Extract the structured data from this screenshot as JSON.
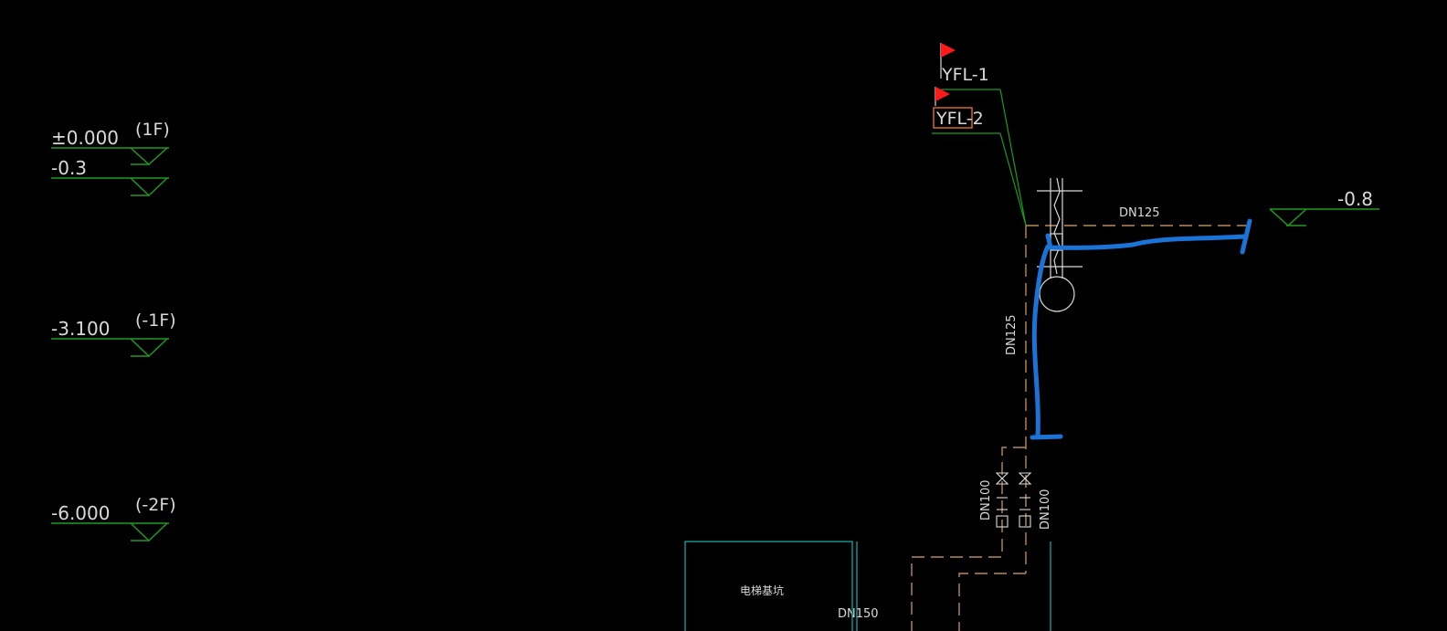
{
  "levels": [
    {
      "value": "±0.000",
      "floor": "(1F)"
    },
    {
      "value": "-0.3",
      "floor": ""
    },
    {
      "value": "-3.100",
      "floor": "(-1F)"
    },
    {
      "value": "-6.000",
      "floor": "(-2F)"
    },
    {
      "value": "-0.8",
      "floor": ""
    }
  ],
  "flags": [
    {
      "label": "YFL-1"
    },
    {
      "label": "YFL-2",
      "selected": true
    }
  ],
  "pipes": [
    {
      "label": "DN125",
      "orientation": "horizontal"
    },
    {
      "label": "DN125",
      "orientation": "vertical"
    },
    {
      "label": "DN100",
      "orientation": "vertical"
    },
    {
      "label": "DN100",
      "orientation": "vertical"
    },
    {
      "label": "DN150",
      "orientation": "horizontal"
    }
  ],
  "rooms": [
    {
      "label": "电梯基坑"
    }
  ],
  "colors": {
    "background": "#000000",
    "level_line": "#1f9a1f",
    "text": "#d9d9d9",
    "pipe_dashed": "#b88a5a",
    "markup": "#1a73d6",
    "flag": "#ff1a1a",
    "selection_box": "#d2691e",
    "wall": "#1aa3a3",
    "leader": "#1f9a1f"
  }
}
